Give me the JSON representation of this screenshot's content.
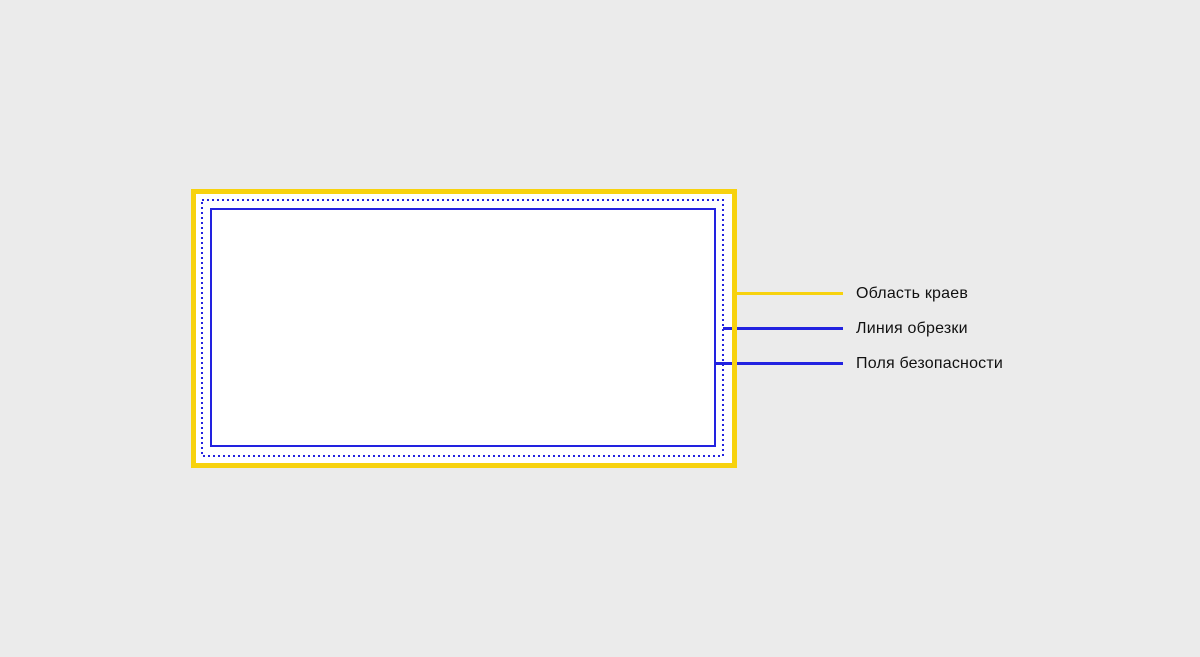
{
  "canvas": {
    "background_color": "#EBEBEB"
  },
  "diagram": {
    "colors": {
      "bleed": "#F7D20E",
      "guide": "#2222E0",
      "surface": "#FFFFFF",
      "text": "#111111"
    },
    "legend": [
      {
        "id": "bleed-area",
        "label": "Область краев",
        "line_color": "#F7D20E"
      },
      {
        "id": "trim-line",
        "label": "Линия обрезки",
        "line_color": "#2222E0"
      },
      {
        "id": "safety-margin",
        "label": "Поля безопасности",
        "line_color": "#2222E0"
      }
    ]
  }
}
